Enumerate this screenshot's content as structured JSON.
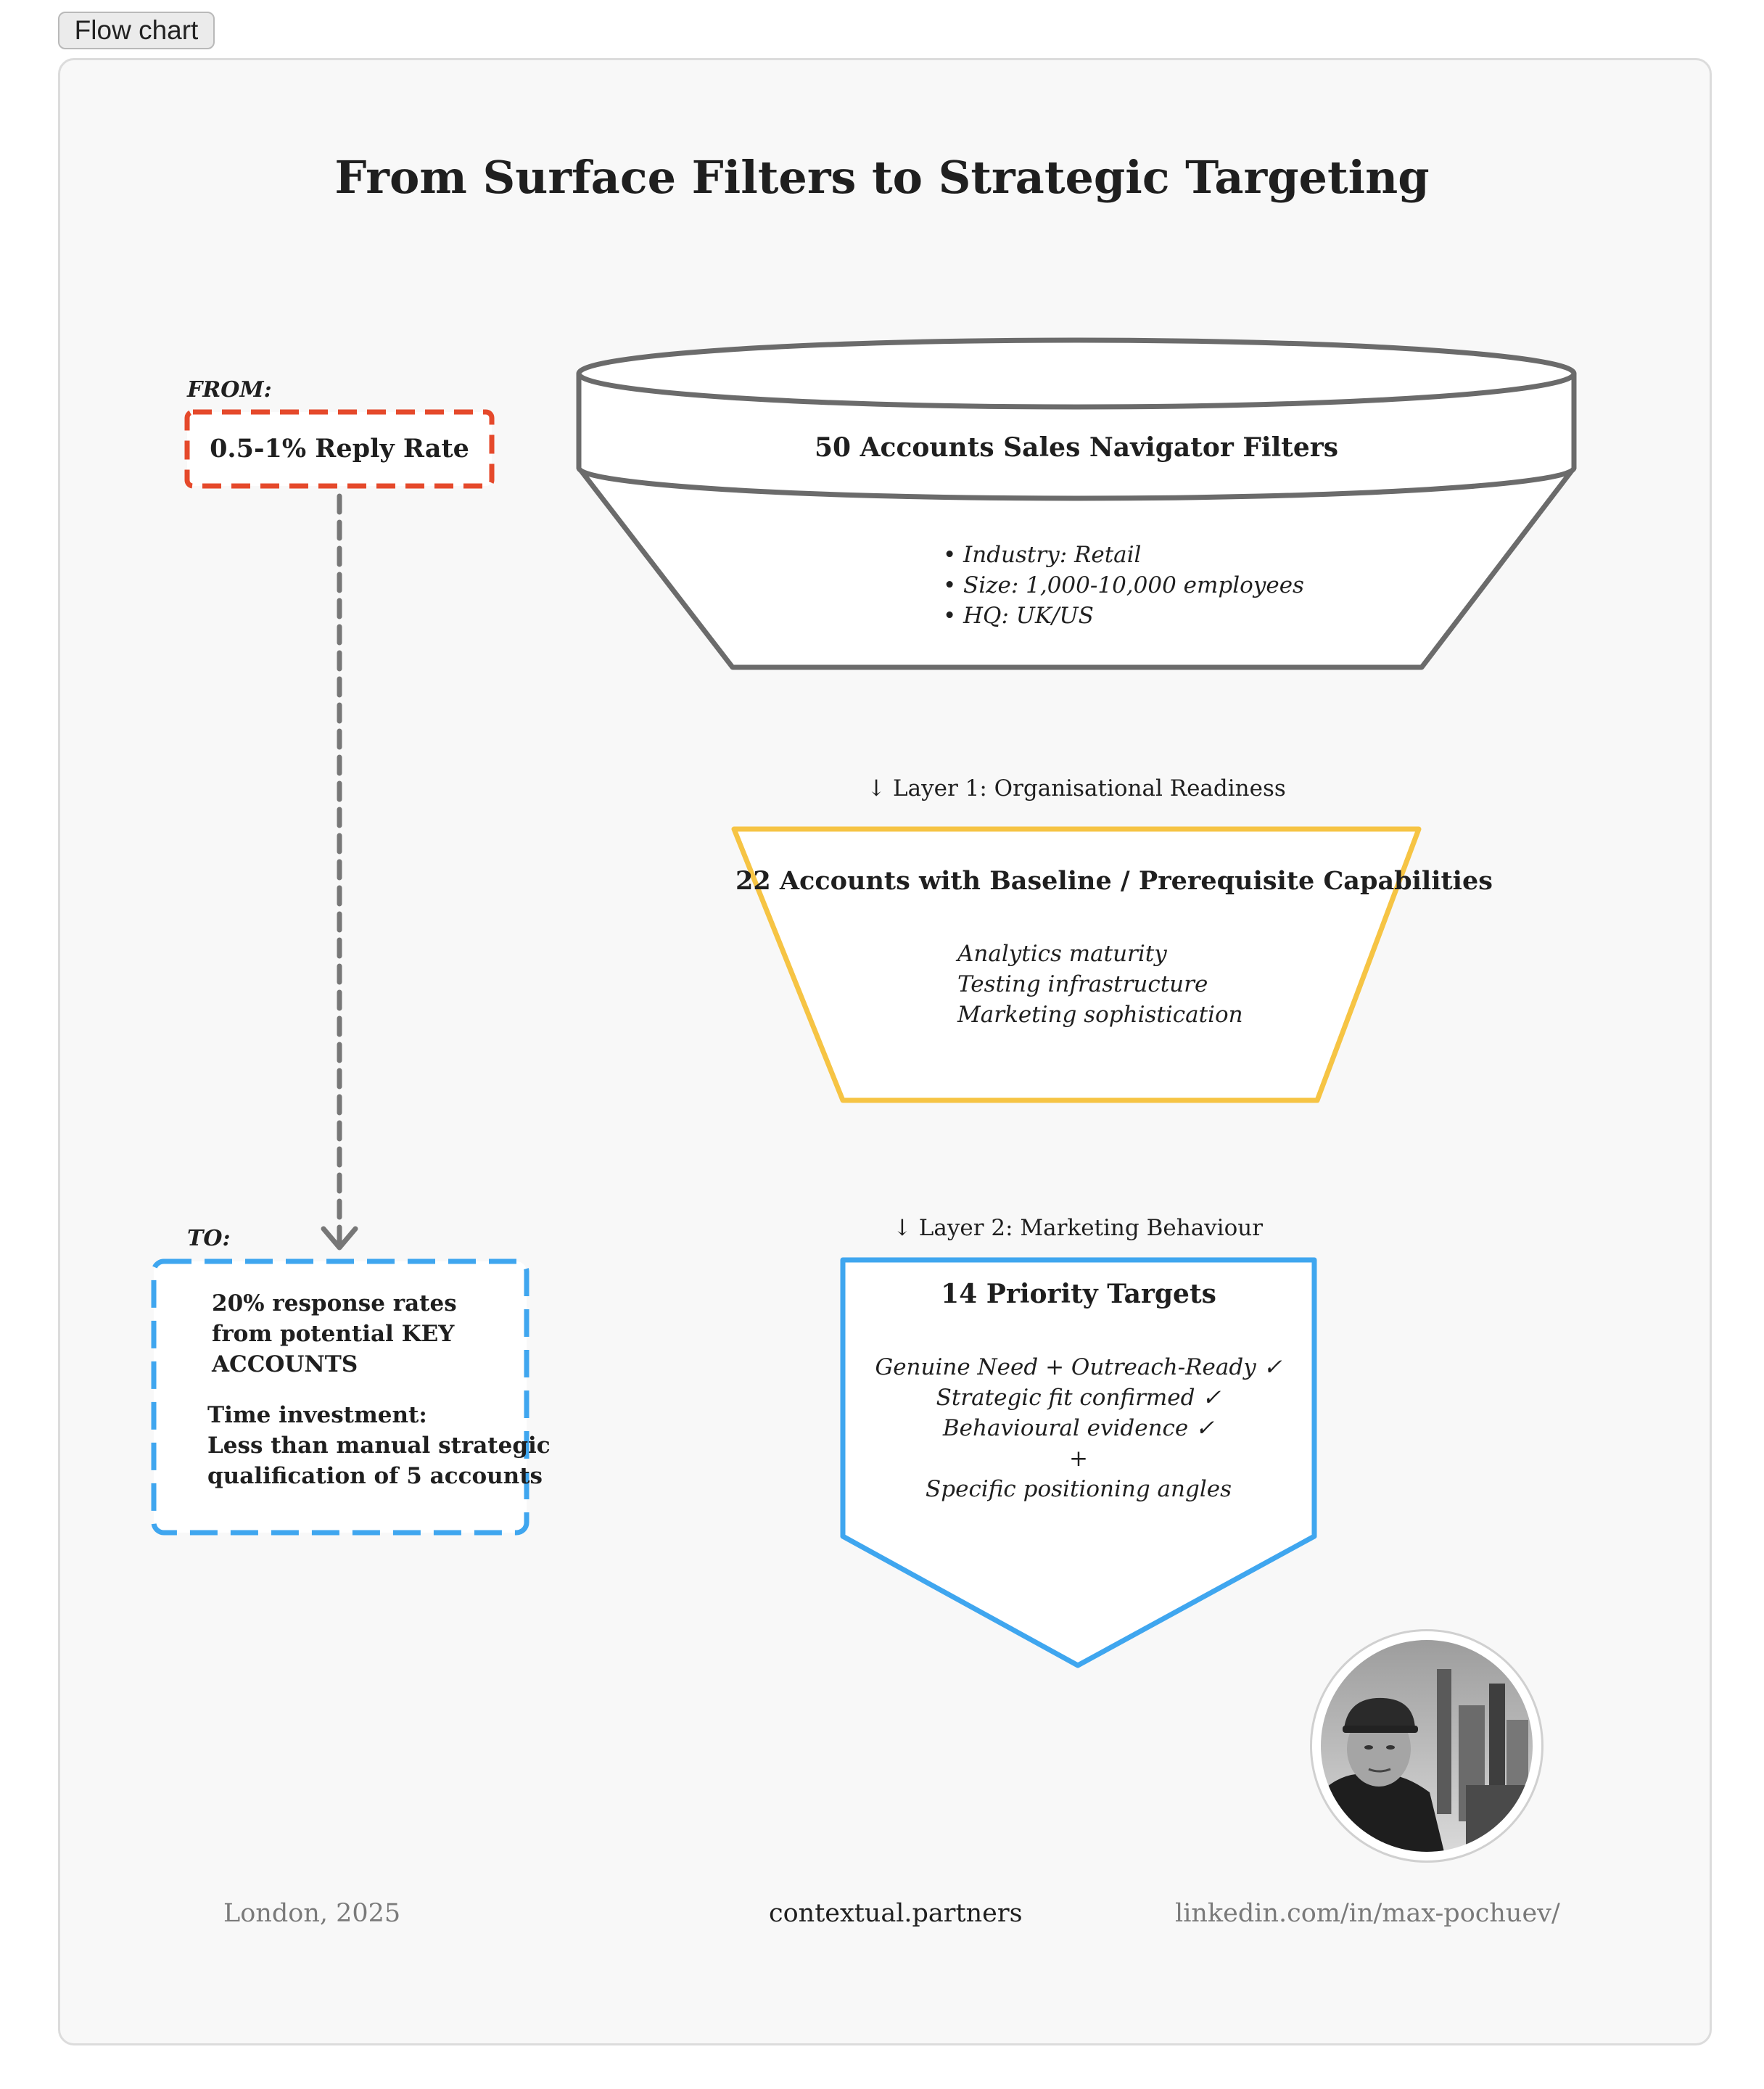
{
  "tab": {
    "label": "Flow chart"
  },
  "title": "From Surface Filters to Strategic Targeting",
  "from": {
    "label": "FROM:",
    "value": "0.5-1% Reply Rate"
  },
  "to": {
    "label": "TO:",
    "result_lines": [
      "20% response rates",
      "from potential KEY",
      "ACCOUNTS"
    ],
    "time_lines": [
      "Time investment:",
      "Less than manual strategic",
      "qualification of 5 accounts"
    ]
  },
  "stages": [
    {
      "title": "50 Accounts Sales Navigator Filters",
      "items": [
        "Industry: Retail",
        "Size: 1,000-10,000 employees",
        "HQ: UK/US"
      ]
    },
    {
      "connector": "↓ Layer 1: Organisational Readiness",
      "title": "22 Accounts with Baseline / Prerequisite Capabilities",
      "items": [
        "Analytics maturity",
        "Testing infrastructure",
        "Marketing sophistication"
      ]
    },
    {
      "connector": "↓ Layer 2: Marketing Behaviour",
      "title": "14 Priority Targets",
      "items": [
        "Genuine Need + Outreach-Ready ✓",
        "Strategic fit confirmed ✓",
        "Behavioural evidence ✓",
        "+",
        "Specific positioning angles"
      ]
    }
  ],
  "footer": {
    "location": "London, 2025",
    "site": "contextual.partners",
    "linkedin": "linkedin.com/in/max-pochuev/"
  },
  "colors": {
    "from_border": "#e5492b",
    "to_border": "#3fa6ef",
    "stage1_border": "#6b6b6b",
    "stage2_border": "#f6c444",
    "stage3_border": "#3fa6ef",
    "arrow": "#777777"
  },
  "icons": {
    "avatar": "profile-photo"
  }
}
